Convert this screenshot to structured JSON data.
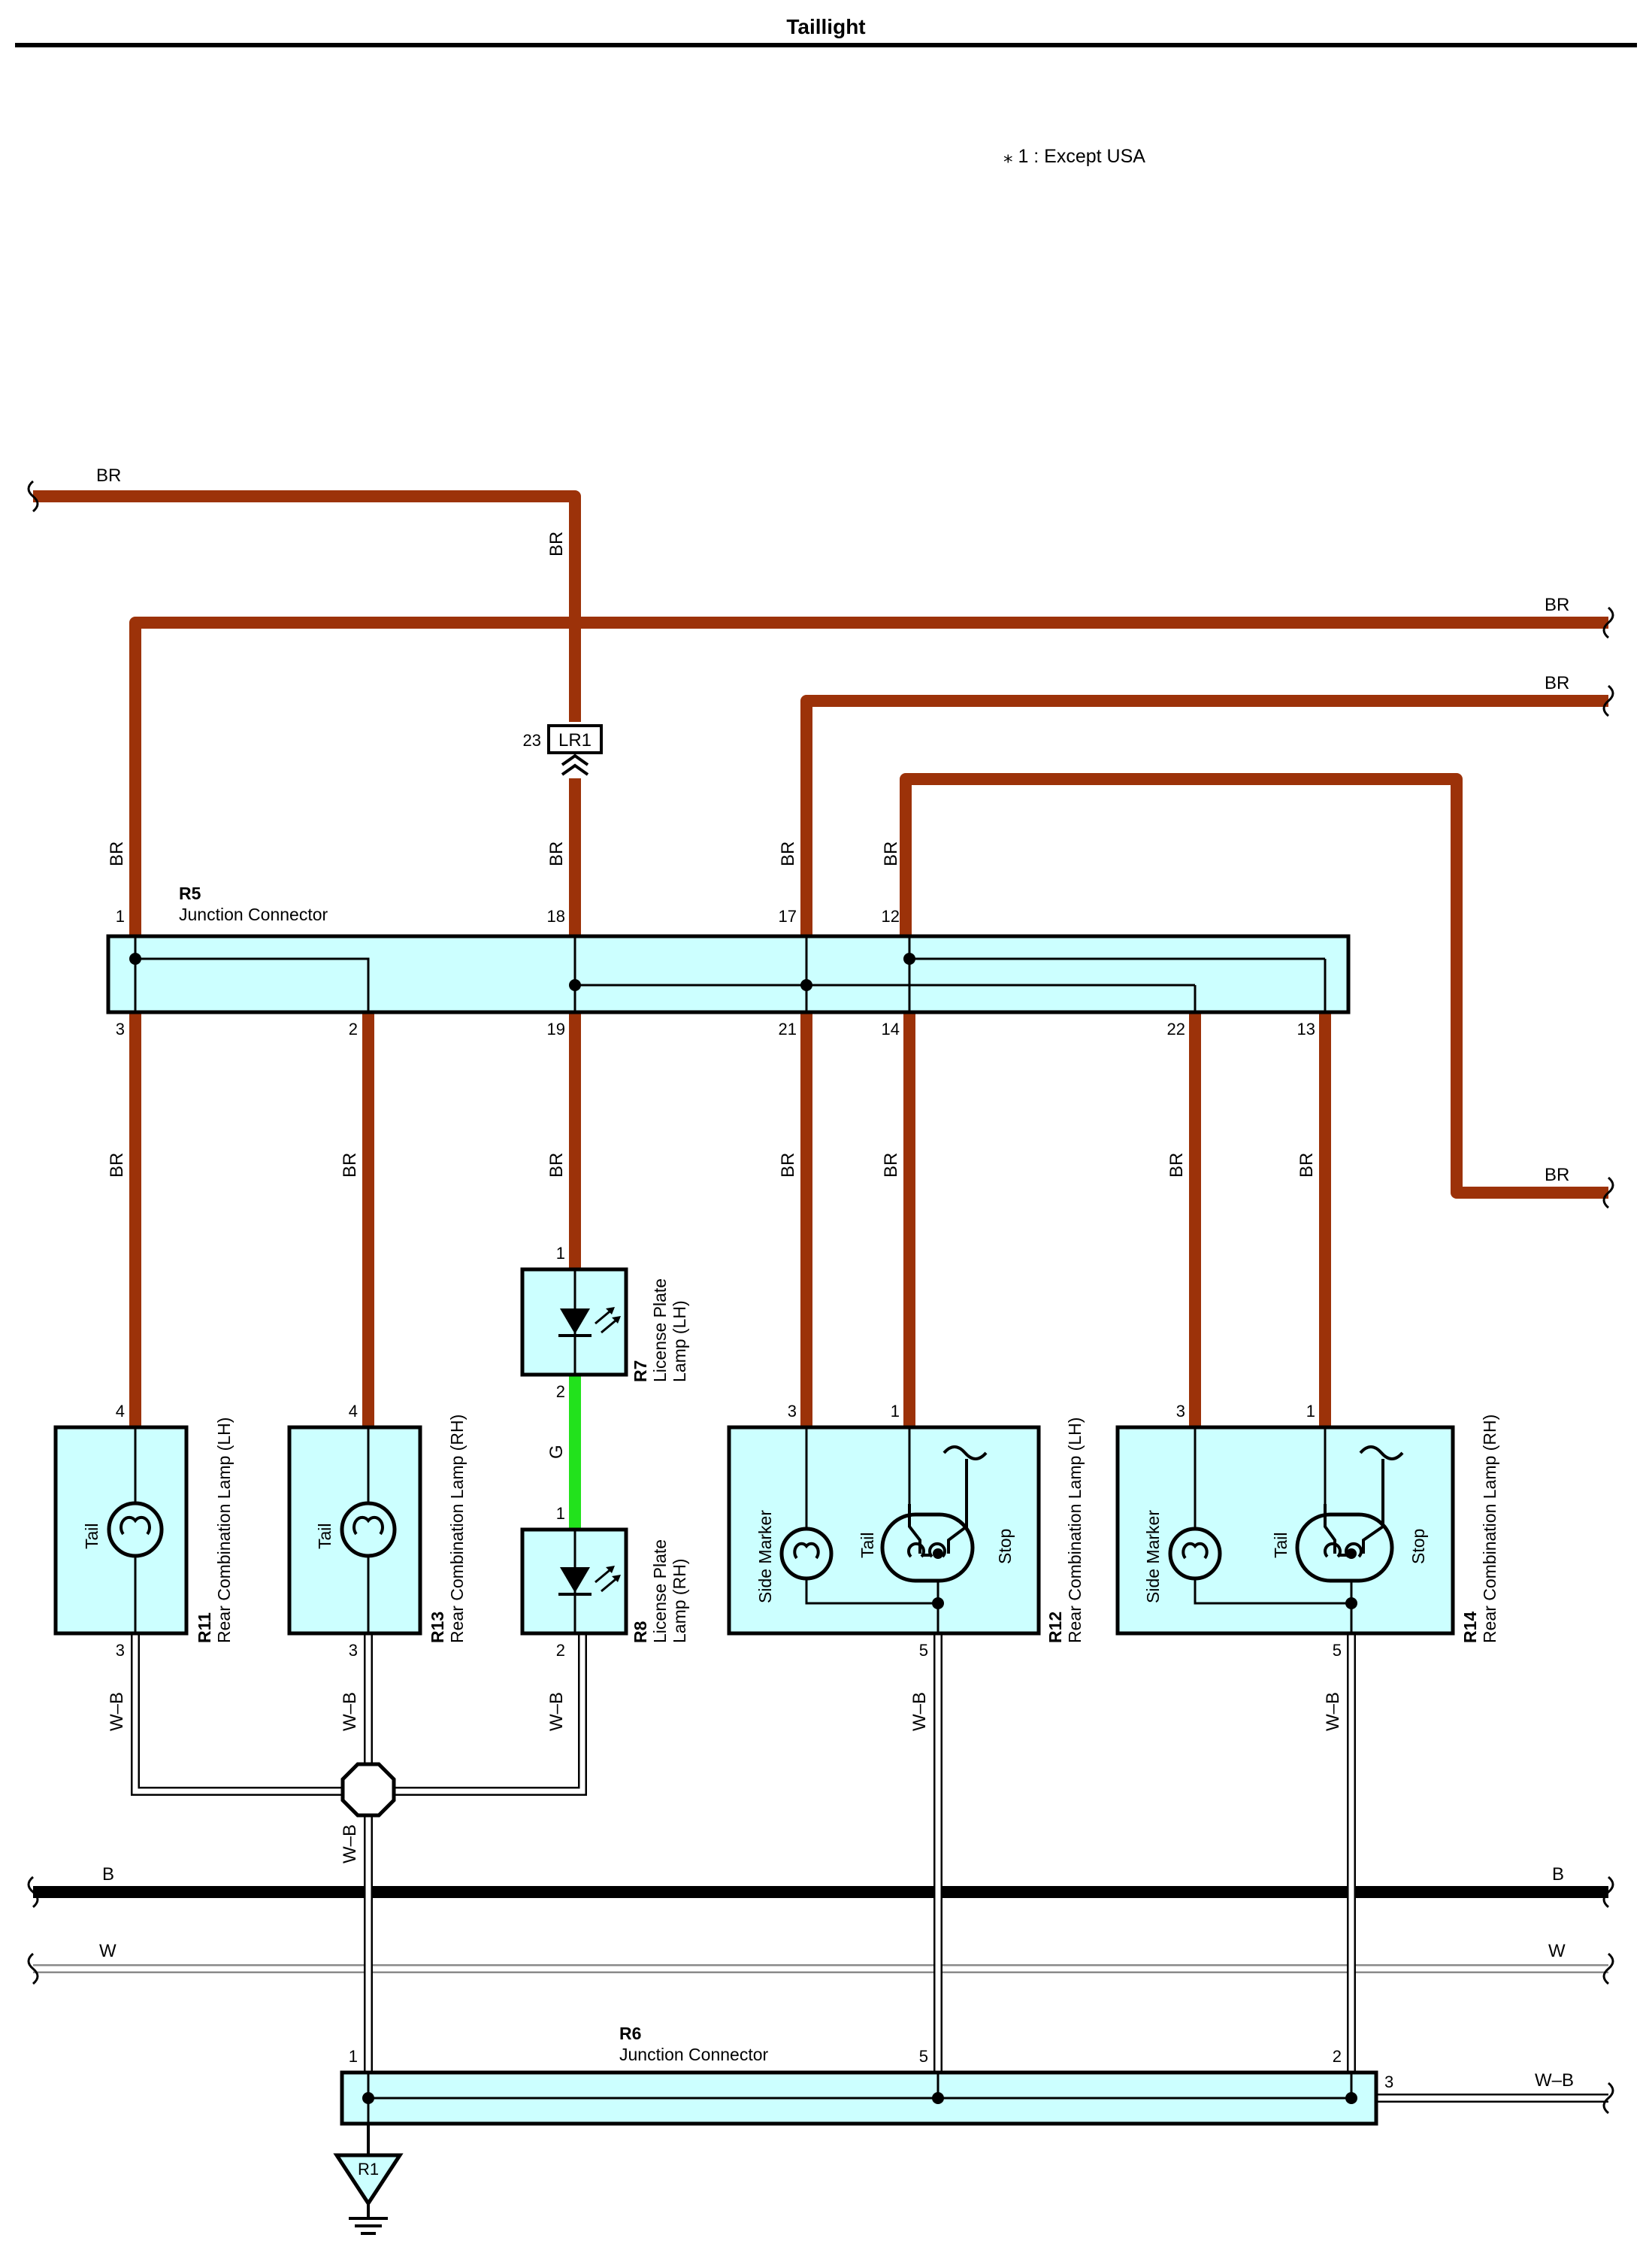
{
  "title": "Taillight",
  "note": "⁎ 1 : Except USA",
  "colors": {
    "BR": "#9c3209",
    "G": "#22e21c",
    "B": "#000000",
    "W": "#ffffff",
    "component_fill": "#ccffff",
    "line": "#000000"
  },
  "wire_labels": {
    "br": "BR",
    "g": "G",
    "wb": "W–B",
    "b": "B",
    "w": "W"
  },
  "connectors": {
    "lr1": {
      "label": "LR1",
      "pin": "23"
    },
    "r5": {
      "ref": "R5",
      "name": "Junction Connector",
      "pins_top": [
        "1",
        "18",
        "17",
        "12"
      ],
      "pins_bottom": [
        "3",
        "2",
        "19",
        "21",
        "14",
        "22",
        "13"
      ]
    },
    "r6": {
      "ref": "R6",
      "name": "Junction Connector",
      "pins": [
        "1",
        "5",
        "2",
        "3"
      ]
    }
  },
  "components": {
    "r11": {
      "ref": "R11",
      "name": "Rear Combination Lamp (LH)",
      "bulb": "Tail",
      "pin_in": "4",
      "pin_out": "3"
    },
    "r13": {
      "ref": "R13",
      "name": "Rear Combination Lamp (RH)",
      "bulb": "Tail",
      "pin_in": "4",
      "pin_out": "3"
    },
    "r7": {
      "ref": "R7",
      "name_line1": "License Plate",
      "name_line2": "Lamp (LH)",
      "pin_in": "1",
      "pin_out": "2"
    },
    "r8": {
      "ref": "R8",
      "name_line1": "License Plate",
      "name_line2": "Lamp (RH)",
      "pin_in": "1",
      "pin_out": "2"
    },
    "r12": {
      "ref": "R12",
      "name": "Rear Combination Lamp (LH)",
      "side_marker": "Side Marker",
      "tail": "Tail",
      "stop": "Stop",
      "pin_a": "3",
      "pin_b": "1",
      "pin_out": "5"
    },
    "r14": {
      "ref": "R14",
      "name": "Rear Combination Lamp (RH)",
      "side_marker": "Side Marker",
      "tail": "Tail",
      "stop": "Stop",
      "pin_a": "3",
      "pin_b": "1",
      "pin_out": "5"
    }
  },
  "ground": {
    "label": "R1"
  }
}
